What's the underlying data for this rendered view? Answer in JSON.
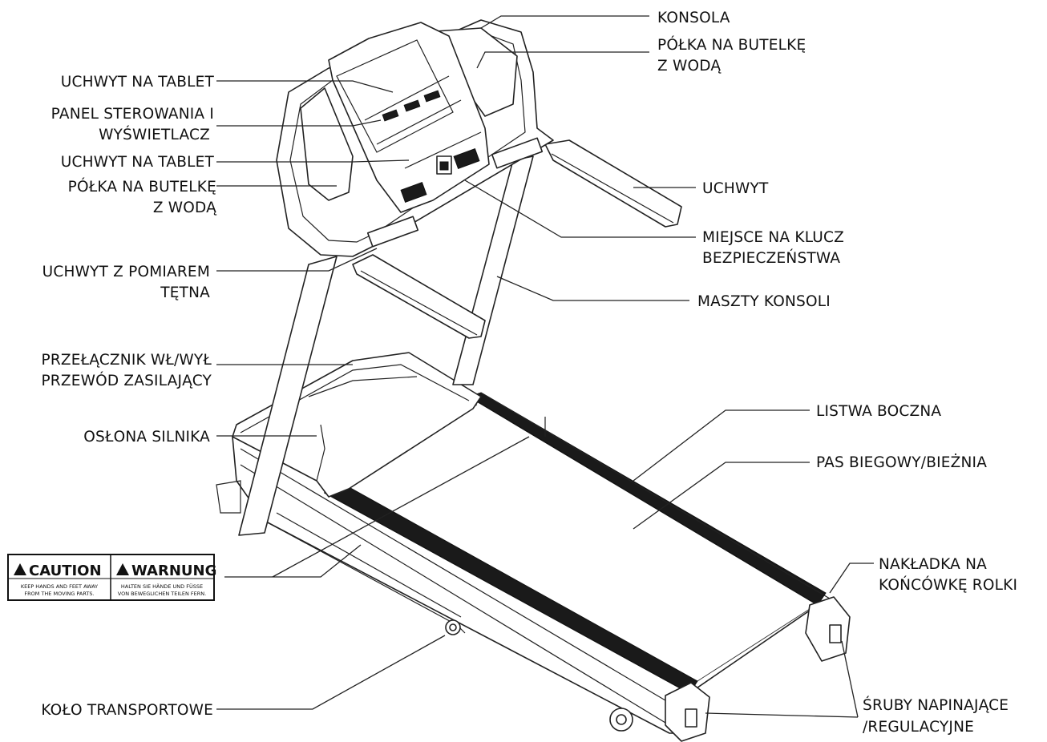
{
  "labels": {
    "konsola": "KONSOLA",
    "polka_prawa_1": "PÓŁKA NA BUTELKĘ",
    "polka_prawa_2": "Z WODĄ",
    "uchwyt_tablet_gora": "UCHWYT NA TABLET",
    "panel_1": "PANEL STEROWANIA I",
    "panel_2": "WYŚWIETLACZ",
    "uchwyt_tablet_dol": "UCHWYT NA TABLET",
    "polka_lewa_1": "PÓŁKA NA BUTELKĘ",
    "polka_lewa_2": "Z WODĄ",
    "uchwyt": "UCHWYT",
    "klucz_1": "MIEJSCE NA KLUCZ",
    "klucz_2": "BEZPIECZEŃSTWA",
    "tetno_1": "UCHWYT Z POMIAREM",
    "tetno_2": "TĘTNA",
    "maszty": "MASZTY KONSOLI",
    "przelacznik_1": "PRZEŁĄCZNIK WŁ/WYŁ",
    "przelacznik_2": "PRZEWÓD ZASILAJĄCY",
    "listwa": "LISTWA BOCZNA",
    "oslona": "OSŁONA SILNIKA",
    "pas": "PAS BIEGOWY/BIEŻNIA",
    "nakladka_1": "NAKŁADKA NA",
    "nakladka_2": "KOŃCÓWKĘ ROLKI",
    "kolo": "KOŁO TRANSPORTOWE",
    "sruby_1": "ŚRUBY NAPINAJĄCE",
    "sruby_2": "/REGULACYJNE"
  },
  "caution_label": {
    "caution_title": "CAUTION",
    "caution_text_1": "KEEP HANDS AND FEET AWAY",
    "caution_text_2": "FROM THE MOVING PARTS.",
    "warnung_title": "WARNUNG",
    "warnung_text_1": "HALTEN SIE HÄNDE UND FÜSSE",
    "warnung_text_2": "VON BEWEGLICHEN TEILEN FERN."
  },
  "colors": {
    "line": "#222222",
    "text": "#111111",
    "side_rail": "#1a1a1a"
  }
}
